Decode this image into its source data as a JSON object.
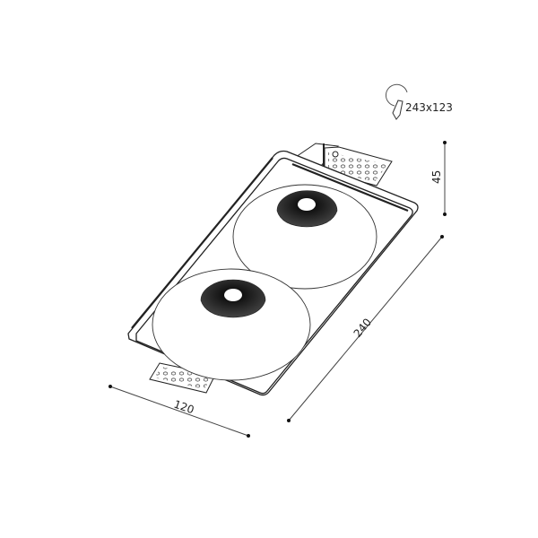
{
  "diagram": {
    "type": "technical-drawing",
    "subject": "recessed plaster double downlight fixture",
    "cutout": {
      "icon": "cutout-hole-icon",
      "label": "243x123"
    },
    "dimensions": {
      "height": "45",
      "length": "240",
      "width": "120"
    },
    "colors": {
      "line": "#222222",
      "background": "#ffffff"
    }
  }
}
